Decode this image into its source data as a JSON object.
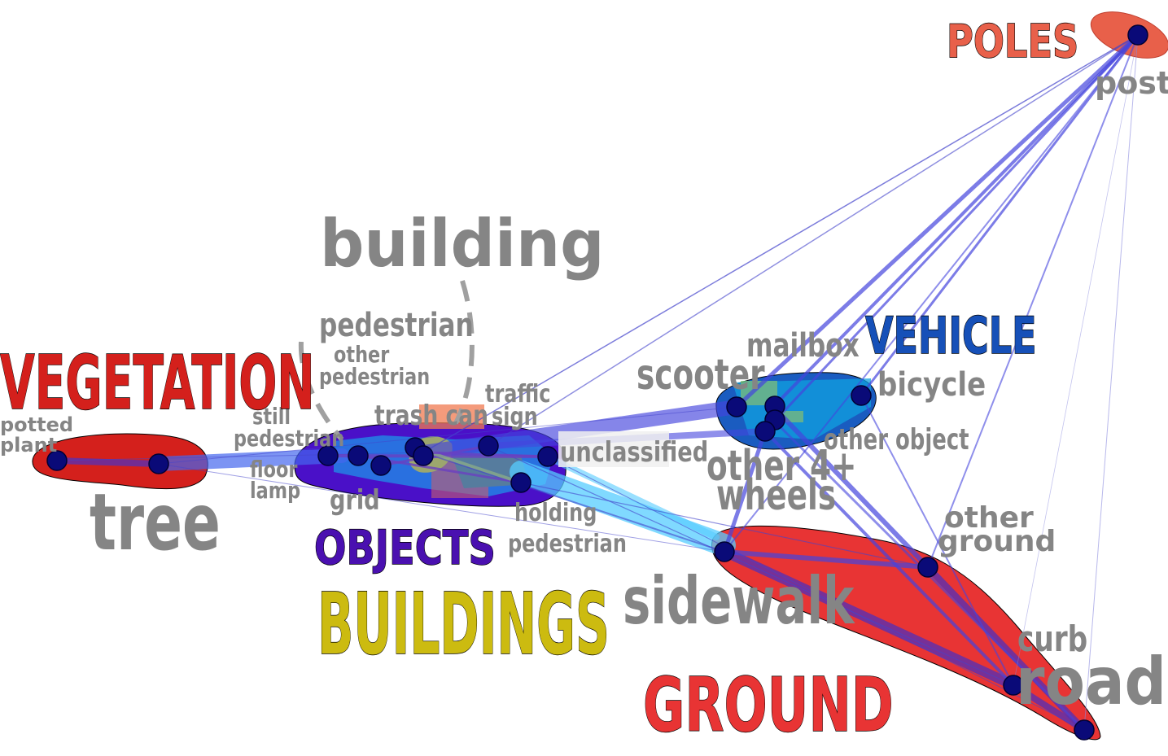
{
  "groups": {
    "poles": {
      "label": "POLES",
      "color": "#e8604a"
    },
    "vehicle": {
      "label": "VEHICLE",
      "color": "#1650b8"
    },
    "vegetation": {
      "label": "VEGETATION",
      "color": "#d4201c"
    },
    "objects": {
      "label": "OBJECTS",
      "color": "#4a10b0"
    },
    "buildings": {
      "label": "BUILDINGS",
      "color": "#ccbb10"
    },
    "ground": {
      "label": "GROUND",
      "color": "#e83434"
    }
  },
  "classes": {
    "post": "post",
    "building": "building",
    "pedestrian": "pedestrian",
    "other_pedestrian_1": "other",
    "other_pedestrian_2": "pedestrian",
    "traffic_sign_1": "traffic",
    "traffic_sign_2": "sign",
    "trash_can": "trash can",
    "still_pedestrian_1": "still",
    "still_pedestrian_2": "pedestrian",
    "floor_lamp_1": "floor",
    "floor_lamp_2": "lamp",
    "grid": "grid",
    "unclassified": "unclassified",
    "holding_pedestrian_1": "holding",
    "holding_pedestrian_2": "pedestrian",
    "potted_plant_1": "potted",
    "potted_plant_2": "plant",
    "tree": "tree",
    "scooter": "scooter",
    "mailbox": "mailbox",
    "bicycle": "bicycle",
    "other_object": "other object",
    "other_4_wheels_1": "other 4+",
    "other_4_wheels_2": "wheels",
    "other_ground_1": "other",
    "other_ground_2": "ground",
    "sidewalk": "sidewalk",
    "curb": "curb",
    "road": "road"
  },
  "colors": {
    "edge": "#4444cc",
    "edge_light": "#55ccff",
    "node": "#0a0a78",
    "label": "#858585"
  }
}
